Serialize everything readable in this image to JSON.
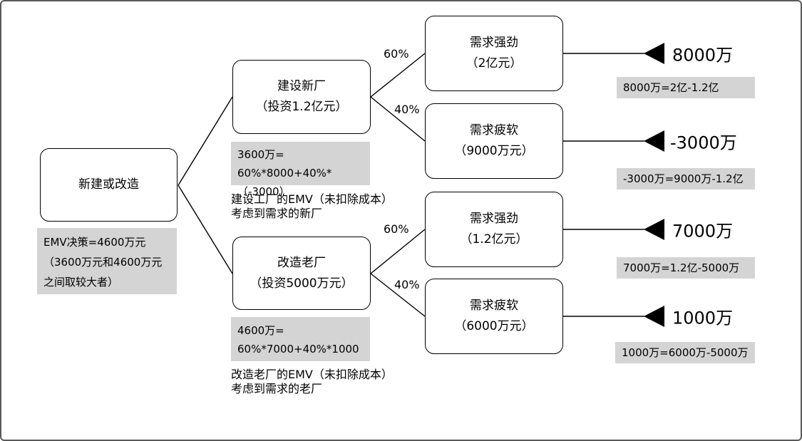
{
  "diagram": {
    "root": {
      "label": "新建或改造",
      "note_lines": [
        "EMV决策=4600万元",
        "（3600万元和4600万元",
        "之间取较大者）"
      ]
    },
    "options": [
      {
        "label_line1": "建设新厂",
        "label_line2": "（投资1.2亿元）",
        "probabilities": [
          "60%",
          "40%"
        ],
        "note_lines": [
          "3600万=",
          "60%*8000+40%*（-3000）"
        ],
        "caption_lines": [
          "建设工厂的EMV（未扣除成本）",
          "考虑到需求的新厂"
        ]
      },
      {
        "label_line1": "改造老厂",
        "label_line2": "（投资5000万元）",
        "probabilities": [
          "60%",
          "40%"
        ],
        "note_lines": [
          "4600万=",
          "60%*7000+40%*1000"
        ],
        "caption_lines": [
          "改造老厂的EMV（未扣除成本）",
          "考虑到需求的老厂"
        ]
      }
    ],
    "outcomes": [
      {
        "label_line1": "需求强劲",
        "label_line2": "（2亿元）",
        "value": "8000万",
        "note": "8000万=2亿-1.2亿"
      },
      {
        "label_line1": "需求疲软",
        "label_line2": "（9000万元）",
        "value": "-3000万",
        "note": "-3000万=9000万-1.2亿"
      },
      {
        "label_line1": "需求强劲",
        "label_line2": "（1.2亿元）",
        "value": "7000万",
        "note": "7000万=1.2亿-5000万"
      },
      {
        "label_line1": "需求疲软",
        "label_line2": "（6000万元）",
        "value": "1000万",
        "note": "1000万=6000万-5000万"
      }
    ],
    "colors": {
      "note_bg": "#d4d4d4",
      "line": "#000000",
      "box_border": "#000000",
      "frame_border": "#595959"
    }
  }
}
